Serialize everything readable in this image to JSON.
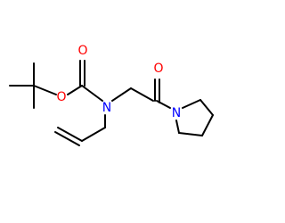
{
  "molecule": {
    "atoms": {
      "carbonyl_o_top": {
        "symbol": "O",
        "color": "#ff0000"
      },
      "carbonyl_o_right": {
        "symbol": "O",
        "color": "#ff0000"
      },
      "ester_o": {
        "symbol": "O",
        "color": "#ff0000"
      },
      "carbamate_n": {
        "symbol": "N",
        "color": "#0000ff"
      },
      "pyrrolidine_n": {
        "symbol": "N",
        "color": "#0000ff"
      }
    },
    "bond_color": "#000000"
  }
}
